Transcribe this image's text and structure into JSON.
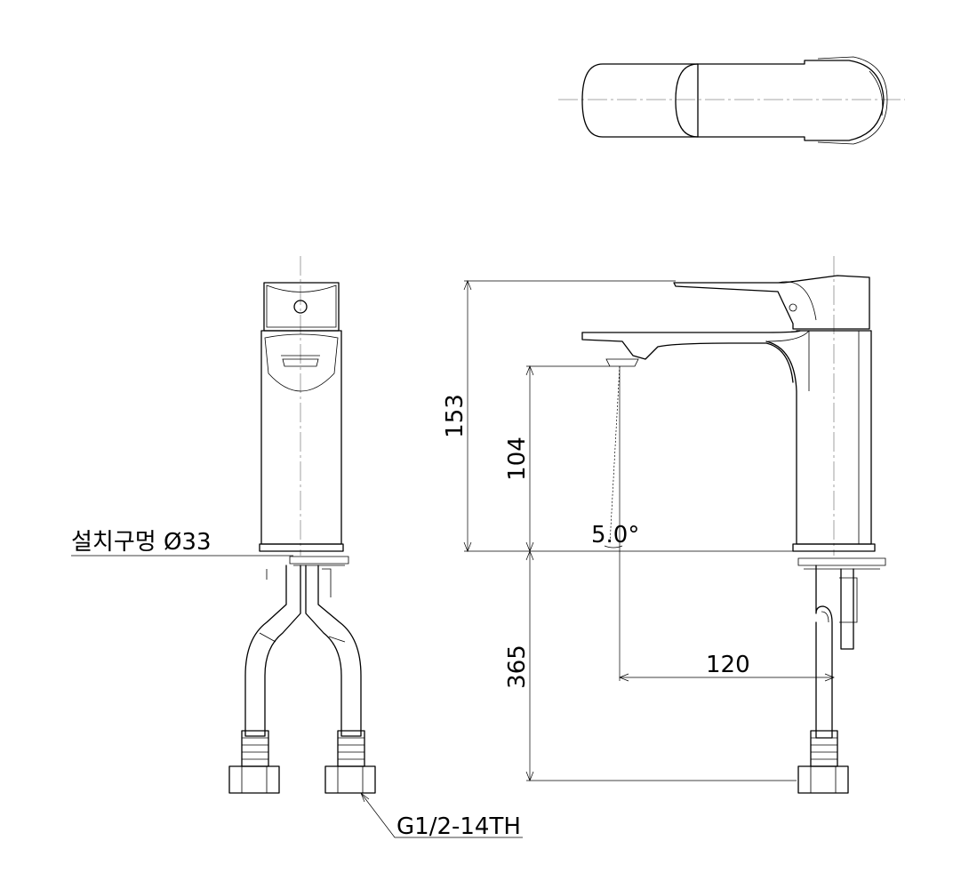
{
  "labels": {
    "height_total": "153",
    "height_spout": "104",
    "spout_angle": "5.0°",
    "reach": "120",
    "hose_length": "365",
    "mount_hole": "설치구멍 Ø33",
    "thread": "G1/2-14TH"
  }
}
